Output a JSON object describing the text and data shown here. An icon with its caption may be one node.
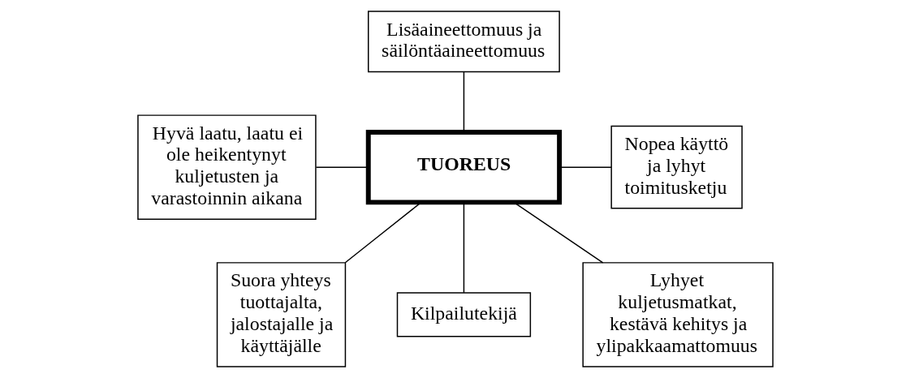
{
  "diagram": {
    "nodes": [
      {
        "text": [
          "Hyvä laatu, laatu ei ole heikentynyt kuljetusten ja varastoinnin aikana"
        ]
      },
      {
        "text": [
          "Lisäaineettomuus ja säilöntäaineettomuus"
        ]
      },
      {
        "text": [
          "Nopea käyttö ja lyhyt toimitusketju"
        ]
      },
      {
        "text": [
          "TUOREUS"
        ]
      },
      {
        "text": [
          "Suora yhteys tuottajalta, jalostajalle ja käyttäjälle"
        ]
      },
      {
        "text": [
          "Kilpailutekijä"
        ]
      },
      {
        "text": [
          "Lyhyet kuljetusmatkat, kestävä kehitys ja ylipakkaamattomuus"
        ]
      }
    ],
    "edges": [
      {
        "from": 0,
        "to": 3,
        "arrow": "none"
      },
      {
        "from": 1,
        "to": 3,
        "arrow": "none"
      },
      {
        "from": 3,
        "to": 2,
        "arrow": "none"
      },
      {
        "from": 3,
        "to": 4,
        "arrow": "none"
      },
      {
        "from": 3,
        "to": 5,
        "arrow": "none"
      },
      {
        "from": 3,
        "to": 6,
        "arrow": "none"
      }
    ]
  }
}
